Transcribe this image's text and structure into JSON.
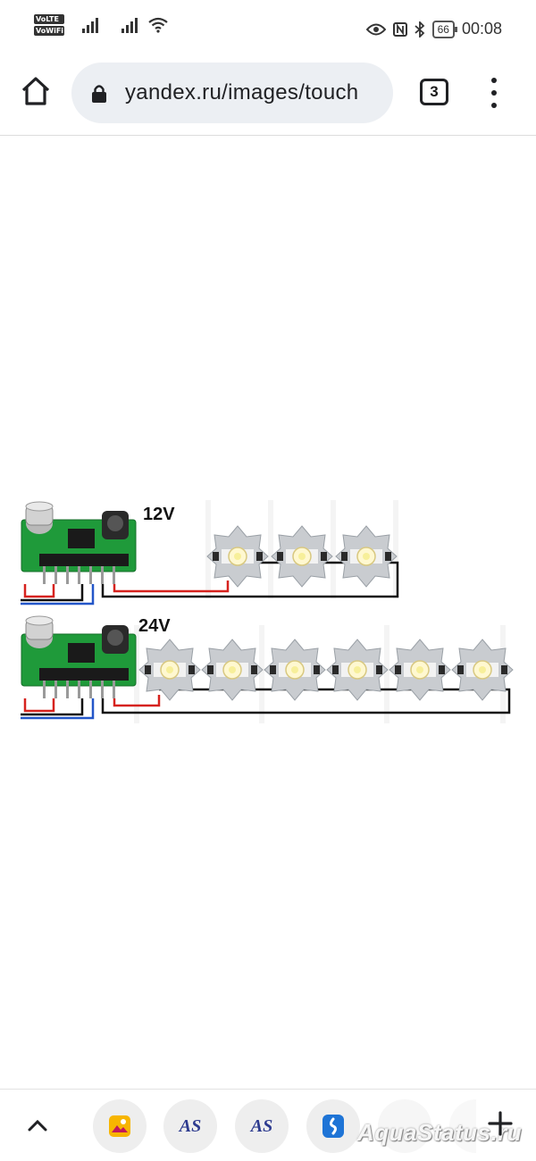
{
  "status_bar": {
    "volte_label": "VoLTE",
    "vowifi_label": "VoWiFi",
    "battery_level": "66",
    "time": "00:08"
  },
  "browser": {
    "url": "yandex.ru/images/touch",
    "tab_count": "3"
  },
  "content": {
    "label_12v": "12V",
    "label_24v": "24V"
  },
  "bottom_bar": {
    "tab_as_1": "AS",
    "tab_as_2": "AS",
    "watermark": "AquaStatus.ru"
  },
  "colors": {
    "pcb_green": "#1f9a3a",
    "wire_red": "#d6221e",
    "wire_blue": "#2356c8",
    "wire_black": "#111111",
    "accent": "#202124"
  },
  "icons": [
    "home-icon",
    "lock-icon",
    "tabs-icon",
    "more-vert-icon",
    "chevron-up-icon",
    "gallery-icon",
    "shield-icon",
    "plus-icon",
    "eye-icon",
    "nfc-icon",
    "bluetooth-icon",
    "wifi-icon"
  ]
}
